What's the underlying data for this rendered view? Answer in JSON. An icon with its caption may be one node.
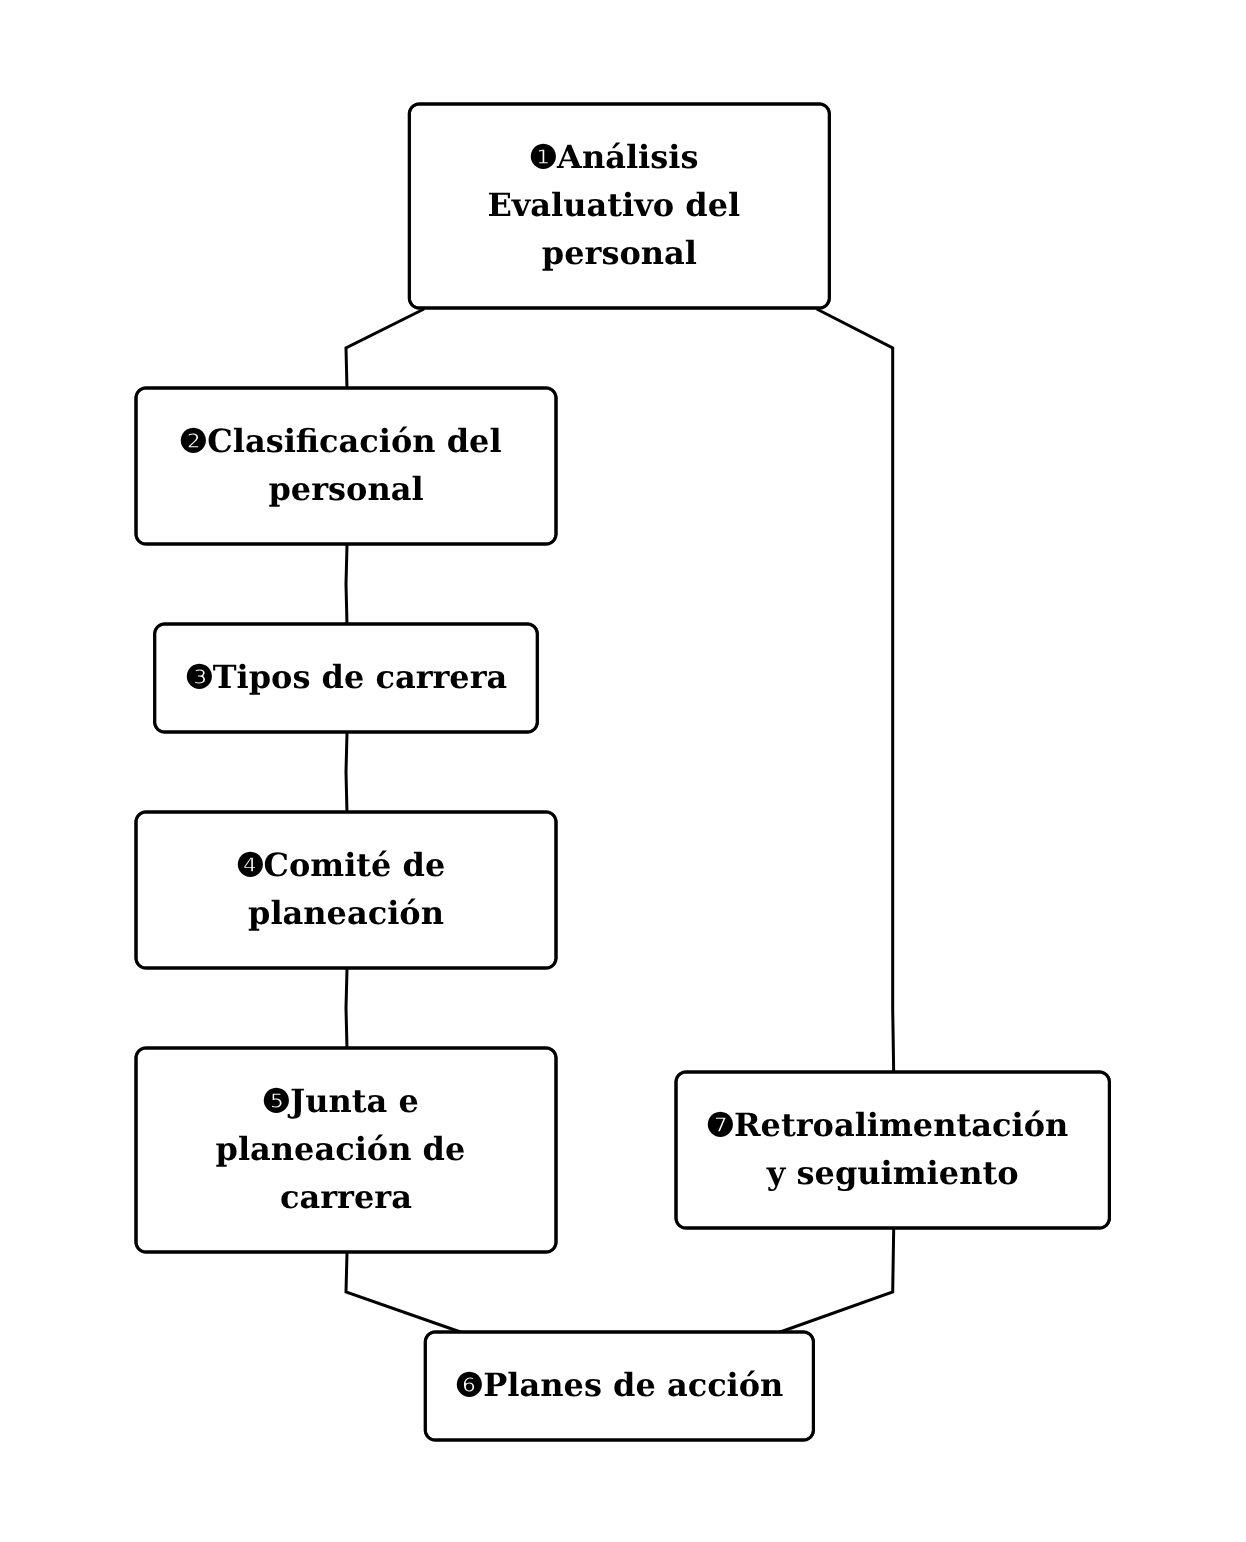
{
  "diagram": {
    "nodes": [
      {
        "text": [
          "❶Análisis Evaluativo del personal"
        ]
      },
      {
        "text": [
          "❷Clasificación del personal"
        ]
      },
      {
        "text": [
          "❸Tipos de carrera"
        ]
      },
      {
        "text": [
          "❹Comité de planeación"
        ]
      },
      {
        "text": [
          "❺Junta e planeación de carrera"
        ]
      },
      {
        "text": [
          "❻Planes de acción"
        ]
      },
      {
        "text": [
          "❼Retroalimentación y seguimiento"
        ]
      }
    ],
    "edges": [
      {
        "from": 0,
        "to": 1,
        "arrow": "none"
      },
      {
        "from": 1,
        "to": 2,
        "arrow": "none"
      },
      {
        "from": 2,
        "to": 3,
        "arrow": "none"
      },
      {
        "from": 3,
        "to": 4,
        "arrow": "none"
      },
      {
        "from": 4,
        "to": 5,
        "arrow": "none"
      },
      {
        "from": 0,
        "to": 6,
        "arrow": "none"
      },
      {
        "from": 6,
        "to": 5,
        "arrow": "none"
      }
    ]
  }
}
